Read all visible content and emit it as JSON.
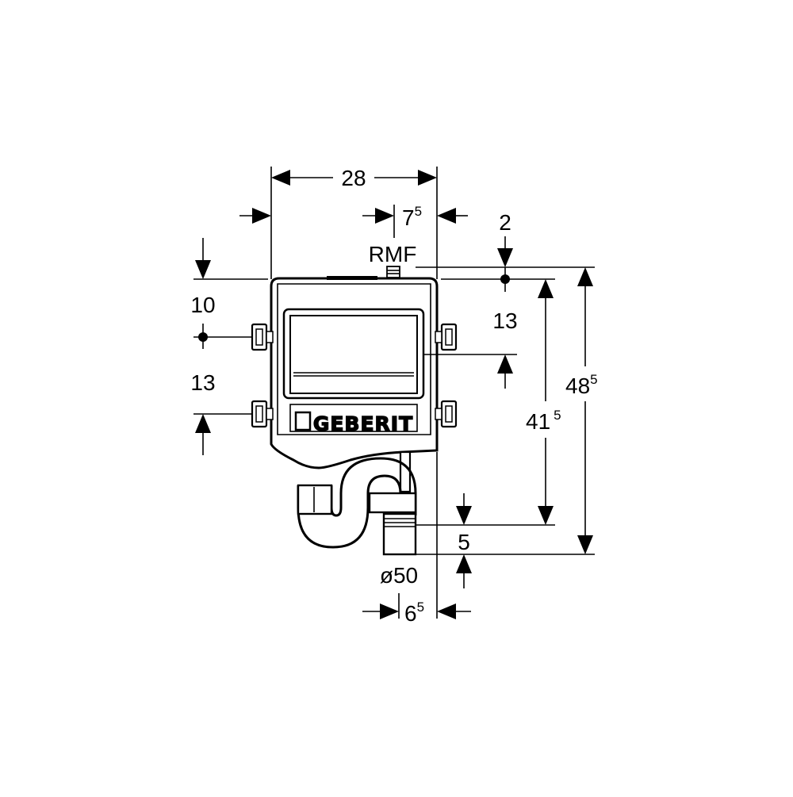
{
  "brand": {
    "logo_text": "GEBERIT"
  },
  "labels": {
    "rmf": "RMF",
    "diameter": "ø50"
  },
  "dimensions": {
    "width_top": "28",
    "offset_rmf_main": "7",
    "offset_rmf_sup": "5",
    "right_top": "2",
    "left_top": "10",
    "left_gap": "13",
    "right_gap": "13",
    "height_outlet_main": "41",
    "height_outlet_sup": "5",
    "height_total_main": "48",
    "height_total_sup": "5",
    "bottom_gap": "5",
    "outlet_offset_main": "6",
    "outlet_offset_sup": "5"
  }
}
